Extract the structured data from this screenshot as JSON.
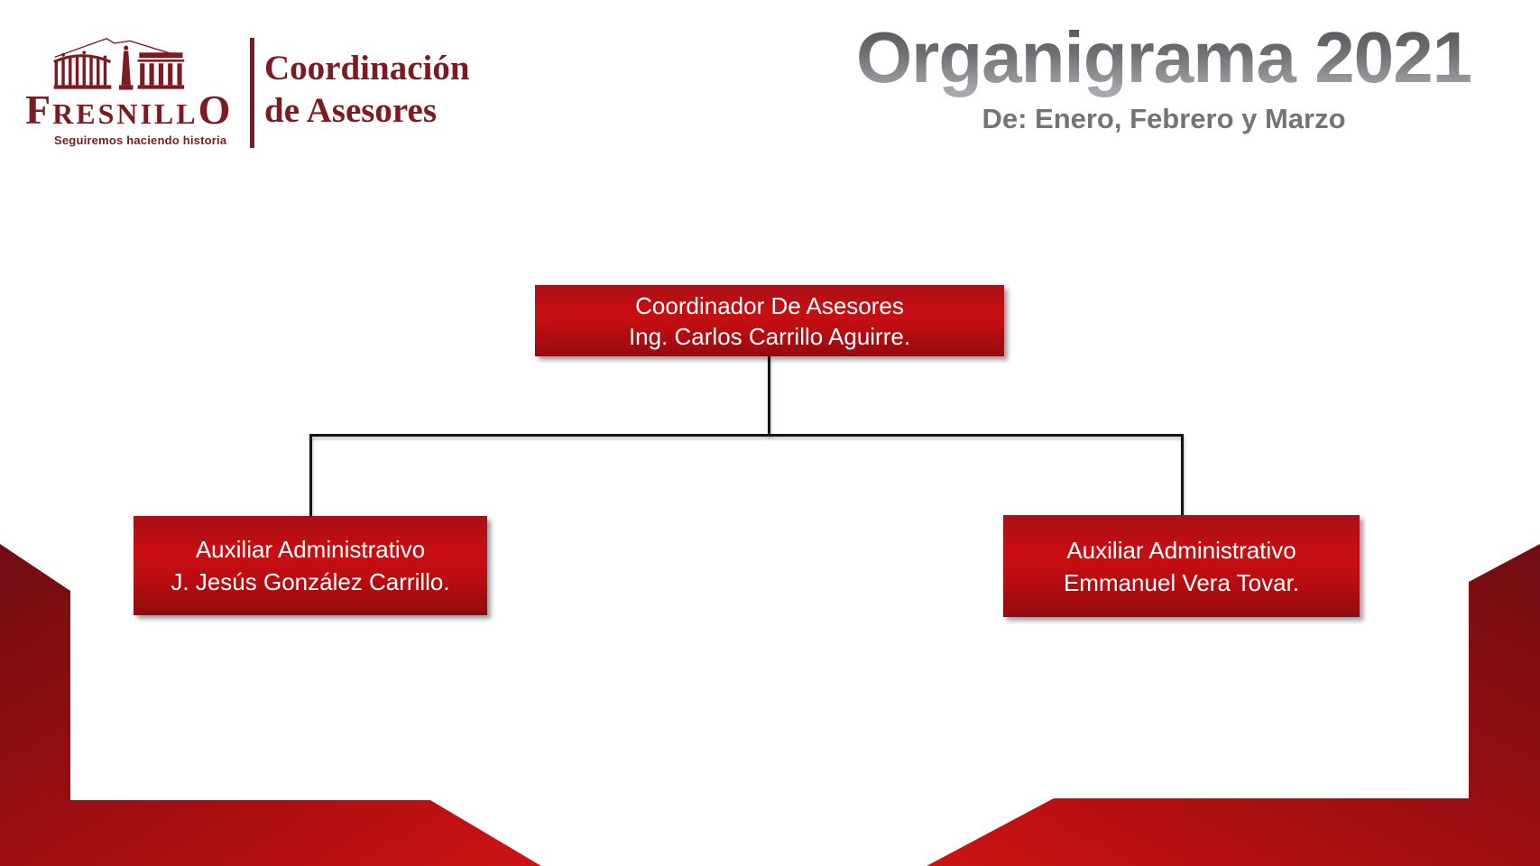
{
  "header": {
    "logo": {
      "brand": "Fresnillo",
      "brand_display": {
        "first": "F",
        "middle": "RESNILL",
        "last": "O"
      },
      "tagline": "Seguiremos haciendo historia",
      "department_line1": "Coordinación",
      "department_line2": "de Asesores"
    },
    "title": "Organigrama 2021",
    "subtitle": "De: Enero, Febrero y Marzo"
  },
  "org_chart": {
    "root": {
      "role": "Coordinador De Asesores",
      "person": "Ing. Carlos Carrillo Aguirre."
    },
    "children": [
      {
        "role": "Auxiliar Administrativo",
        "person": "J. Jesús González Carrillo."
      },
      {
        "role": "Auxiliar Administrativo",
        "person": "Emmanuel Vera Tovar."
      }
    ]
  },
  "icons": {
    "monument": "fresnillo-monument-icon"
  },
  "colors": {
    "brand_maroon": "#7d1b22",
    "box_red_top": "#a81016",
    "box_red_bright": "#c90e13",
    "box_red_bottom": "#920b0e",
    "ribbon_dark": "#6f0d12",
    "ribbon_bright": "#ce1212",
    "title_gray_dark": "#525356",
    "title_gray_light": "#a7a9ac",
    "subtitle_gray": "#737477",
    "connector_black": "#141414"
  }
}
